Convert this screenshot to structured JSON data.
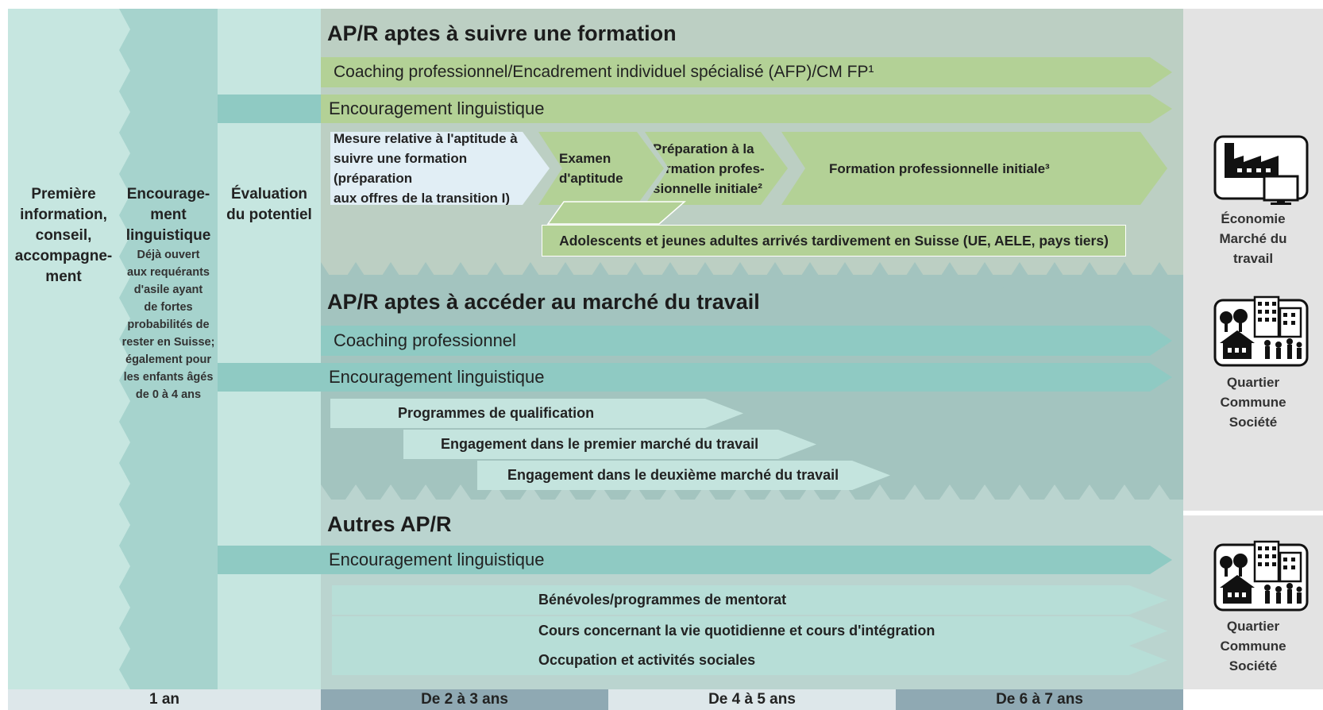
{
  "columns": {
    "first_info": "Première\ninformation,\nconseil,\naccompagne-\nment",
    "language_title": "Encourage-\nment\nlinguistique",
    "language_note": "Déjà ouvert\naux requérants\nd'asile ayant\nde fortes\nprobabilités de\nrester en Suisse;\négalement pour\nles enfants âgés\nde 0 à 4 ans",
    "potential": "Évaluation\ndu potentiel"
  },
  "section1": {
    "title": "AP/R aptes à suivre une formation",
    "coaching": "Coaching professionnel/Encadrement individuel spécialisé (AFP)/CM FP¹",
    "language": "Encouragement linguistique",
    "steps": [
      "Mesure relative à l'aptitude à\nsuivre une formation (préparation\naux offres de la transition I)",
      "Examen\nd'aptitude",
      "Préparation à la\nformation profes-\nsionnelle initiale²",
      "Formation professionnelle initiale³"
    ],
    "late_arrivals": "Adolescents et jeunes adultes arrivés tardivement en Suisse (UE, AELE, pays tiers)"
  },
  "section2": {
    "title": "AP/R aptes à accéder au marché du travail",
    "coaching": "Coaching professionnel",
    "language": "Encouragement linguistique",
    "programs": [
      "Programmes de qualification",
      "Engagement dans le premier marché du travail",
      "Engagement dans le deuxième marché du travail"
    ]
  },
  "section3": {
    "title": "Autres AP/R",
    "language": "Encouragement linguistique",
    "items": [
      "Bénévoles/programmes de mentorat",
      "Cours concernant la vie quotidienne et cours d'intégration",
      "Occupation et activités sociales"
    ]
  },
  "right_panel": {
    "economy": "Économie\nMarché du\ntravail",
    "neighbourhood_1": "Quartier\nCommune\nSociété",
    "neighbourhood_2": "Quartier\nCommune\nSociété"
  },
  "timeline": [
    "1 an",
    "De 2 à 3 ans",
    "De 4 à 5 ans",
    "De 6 à 7 ans"
  ],
  "colors": {
    "green_arrow": "#b3d196",
    "teal_arrow": "#8fcac3",
    "section_green": "#bccfc3",
    "section_teal": "#a3c4bf"
  }
}
